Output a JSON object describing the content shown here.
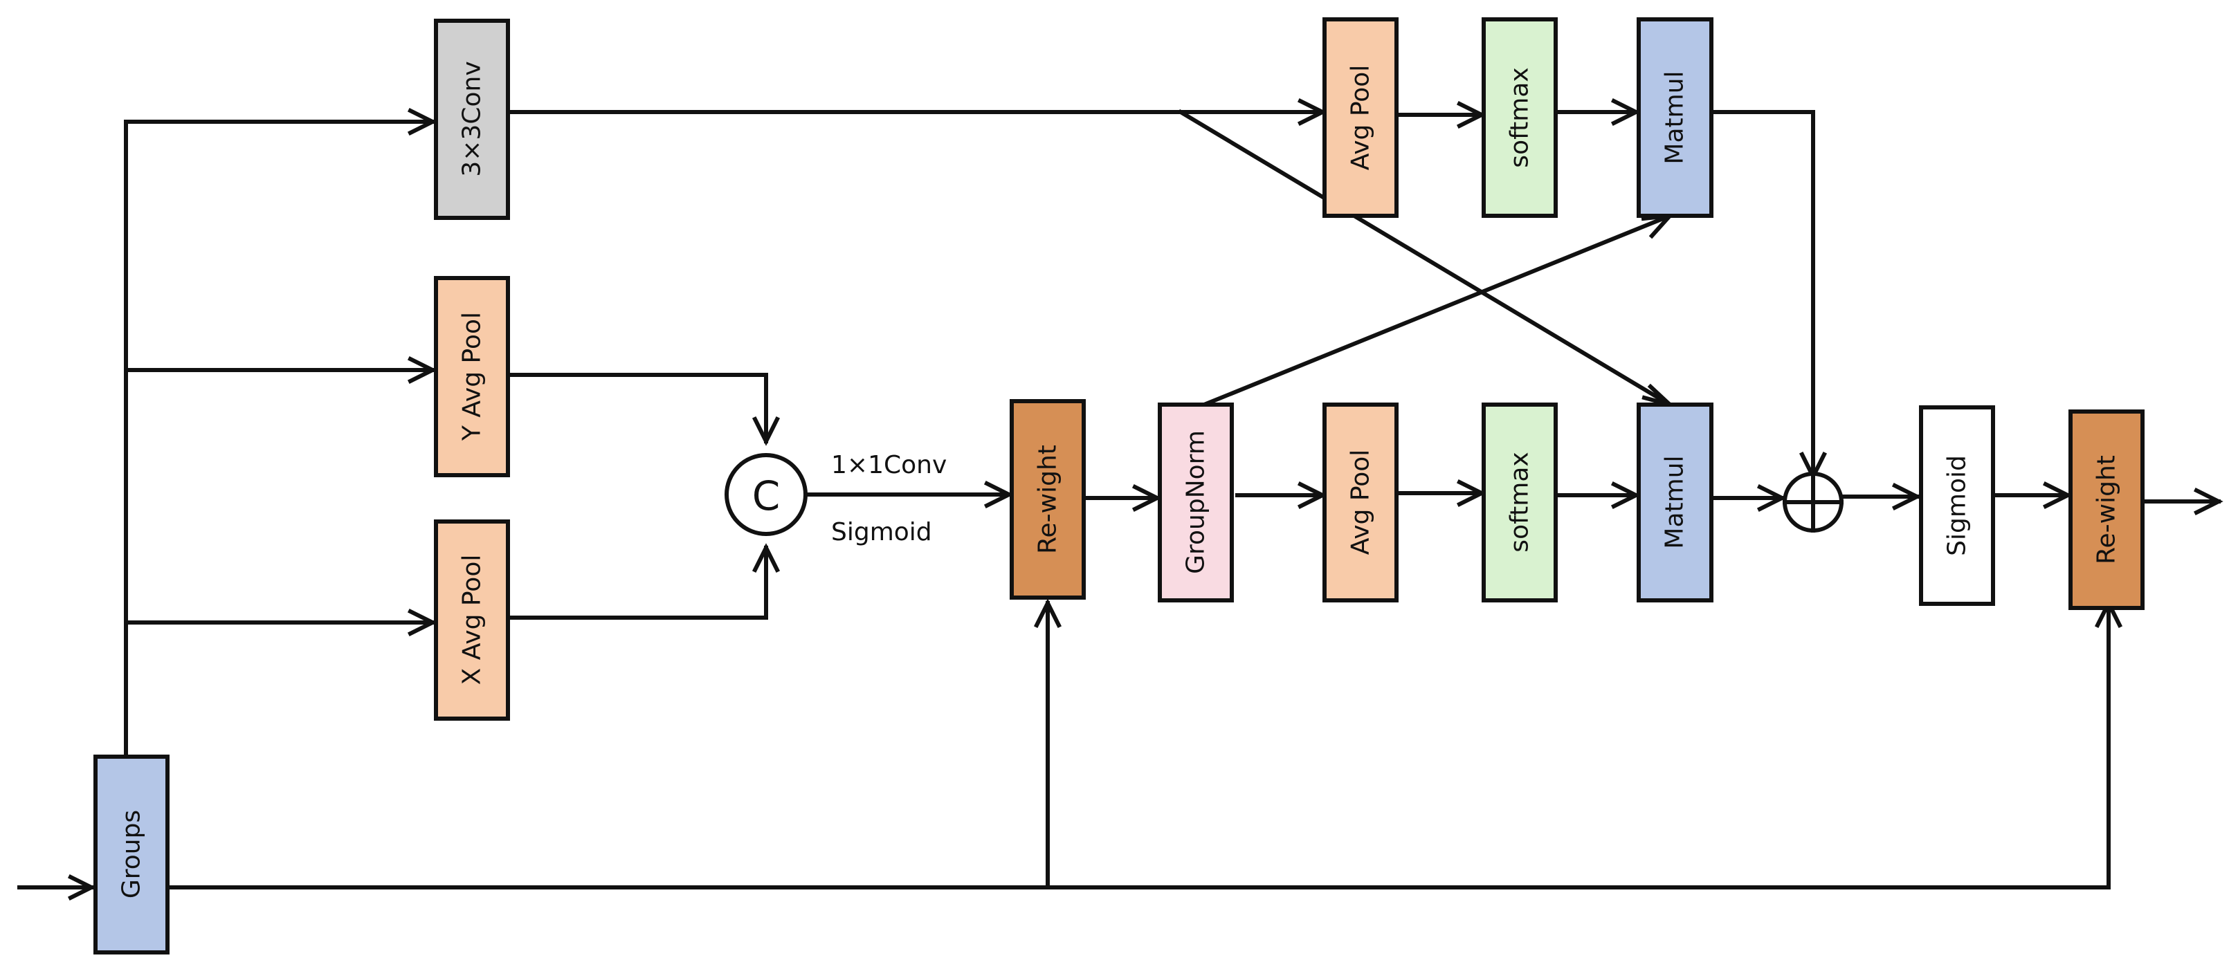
{
  "colors": {
    "peach": "#f8cba9",
    "gray": "#d0d0d0",
    "blue": "#b4c6e7",
    "green": "#d9f2d0",
    "pink": "#f9dbe2",
    "brown": "#d68f55",
    "white": "#ffffff",
    "line": "#111111"
  },
  "blocks": {
    "groups": {
      "label": "Groups",
      "color": "blue"
    },
    "conv3": {
      "label": "3×3Conv",
      "color": "gray"
    },
    "y_avg_pool": {
      "label": "Y Avg Pool",
      "color": "peach"
    },
    "x_avg_pool": {
      "label": "X Avg Pool",
      "color": "peach"
    },
    "reweight_1": {
      "label": "Re-wight",
      "color": "brown"
    },
    "group_norm": {
      "label": "GroupNorm",
      "color": "pink"
    },
    "avg_pool_top": {
      "label": "Avg Pool",
      "color": "peach"
    },
    "softmax_top": {
      "label": "softmax",
      "color": "green"
    },
    "matmul_top": {
      "label": "Matmul",
      "color": "blue"
    },
    "avg_pool_bottom": {
      "label": "Avg Pool",
      "color": "peach"
    },
    "softmax_bottom": {
      "label": "softmax",
      "color": "green"
    },
    "matmul_bottom": {
      "label": "Matmul",
      "color": "blue"
    },
    "sigmoid": {
      "label": "Sigmoid",
      "color": "white"
    },
    "reweight_2": {
      "label": "Re-wight",
      "color": "brown"
    }
  },
  "concat_symbol": "C",
  "labels": {
    "conv1": "1×1Conv",
    "sigmoid_act": "Sigmoid"
  }
}
